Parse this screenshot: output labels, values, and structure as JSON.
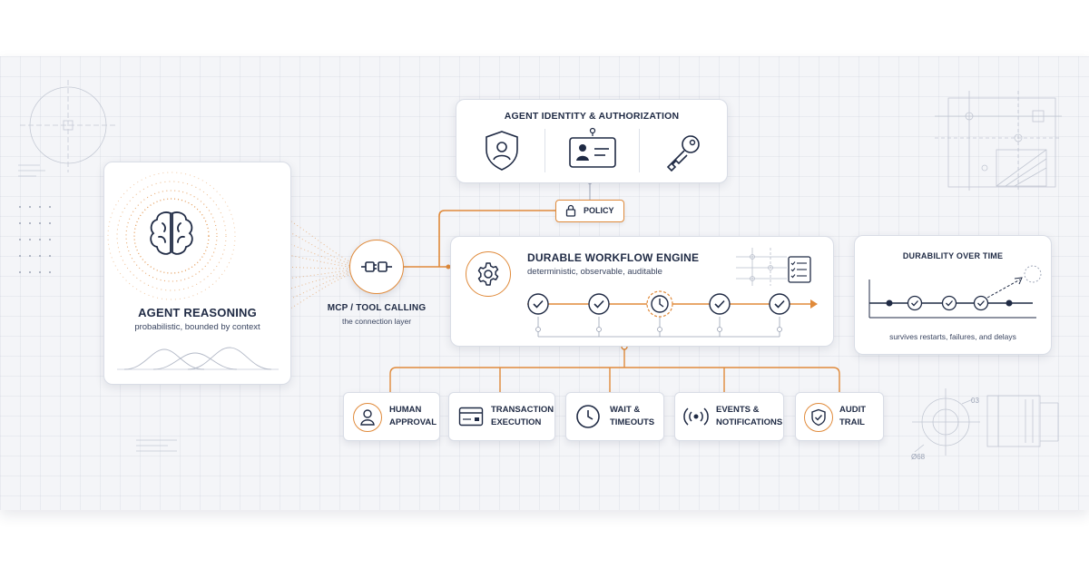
{
  "identity": {
    "title": "AGENT IDENTITY & AUTHORIZATION",
    "icons": [
      "shield-user-icon",
      "id-card-icon",
      "key-icon"
    ]
  },
  "policy": {
    "label": "POLICY",
    "icon": "lock-icon"
  },
  "reasoning": {
    "title": "AGENT REASONING",
    "subtitle": "probabilistic, bounded by context",
    "icon": "brain-icon"
  },
  "mcp": {
    "title": "MCP / TOOL CALLING",
    "subtitle": "the connection layer",
    "icon": "plug-connector-icon"
  },
  "engine": {
    "title": "DURABLE WORKFLOW ENGINE",
    "subtitle": "deterministic, observable, auditable",
    "icon": "gear-icon",
    "steps": [
      "check",
      "check",
      "clock",
      "check",
      "check"
    ]
  },
  "durability": {
    "title": "DURABILITY OVER TIME",
    "caption": "survives restarts, failures, and delays"
  },
  "capabilities": [
    {
      "line1": "HUMAN",
      "line2": "APPROVAL",
      "icon": "person-icon"
    },
    {
      "line1": "TRANSACTION",
      "line2": "EXECUTION",
      "icon": "card-icon"
    },
    {
      "line1": "WAIT &",
      "line2": "TIMEOUTS",
      "icon": "clock-icon"
    },
    {
      "line1": "EVENTS &",
      "line2": "NOTIFICATIONS",
      "icon": "broadcast-icon"
    },
    {
      "line1": "AUDIT",
      "line2": "TRAIL",
      "icon": "shield-check-icon"
    }
  ],
  "sketch": {
    "dim_a": "03",
    "dim_b": "Ø68"
  },
  "colors": {
    "accent": "#e08a3a",
    "ink": "#1f2a44",
    "muted": "#8a93a8",
    "border": "#d9dde6"
  }
}
